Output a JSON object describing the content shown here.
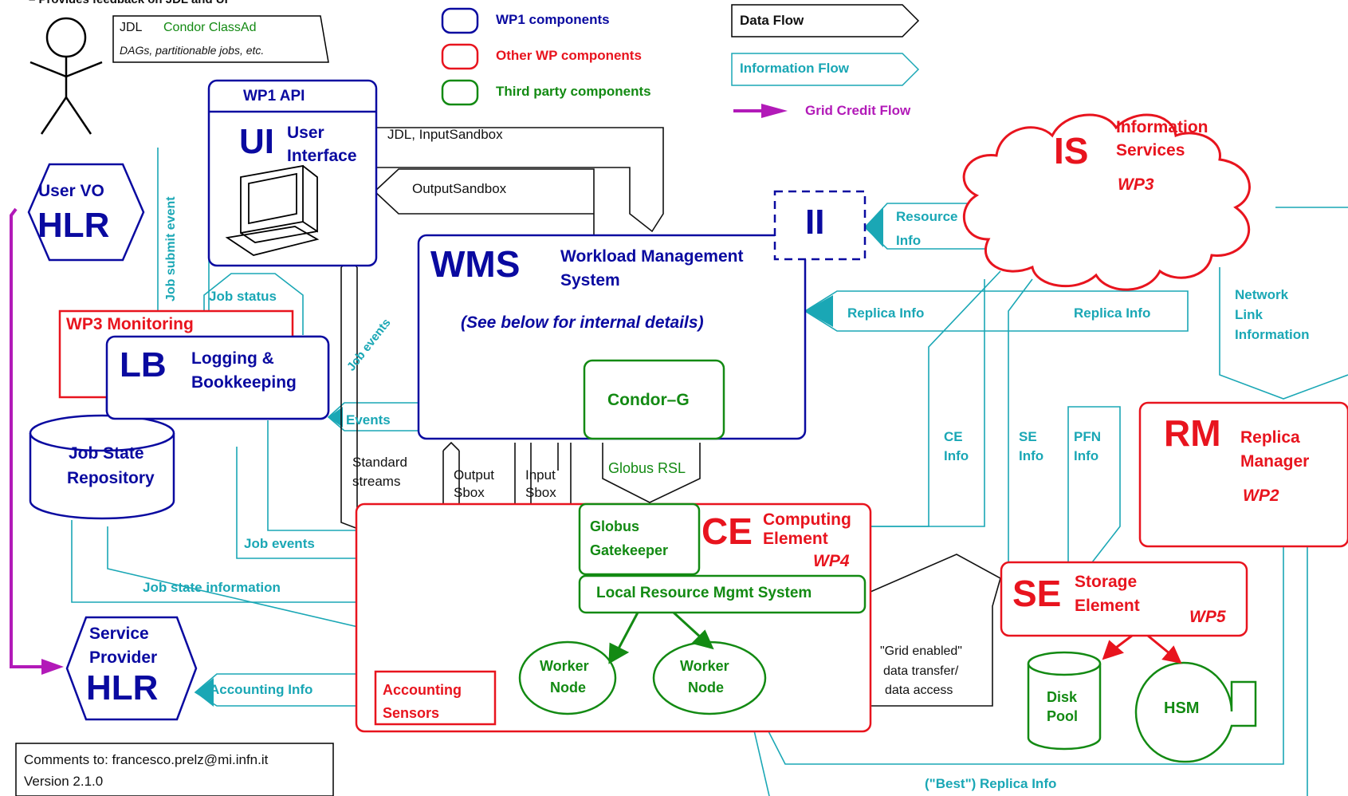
{
  "header": {
    "top_text": "– Provides feedback on JDL and UI"
  },
  "jdl_box": {
    "line1_a": "JDL",
    "line1_b": "Condor ClassAd",
    "line2": "DAGs, partitionable jobs, etc."
  },
  "legend": {
    "wp1": "WP1 components",
    "other_wp": "Other WP components",
    "third_party": "Third party components",
    "data_flow": "Data Flow",
    "info_flow": "Information Flow",
    "credit_flow": "Grid Credit Flow"
  },
  "ui": {
    "api": "WP1 API",
    "abbr": "UI",
    "name_line1": "User",
    "name_line2": "Interface"
  },
  "user_vo": {
    "line1": "User VO",
    "line2": "HLR"
  },
  "wms": {
    "abbr": "WMS",
    "name_line1": "Workload Management",
    "name_line2": "System",
    "note": "(See below for internal details)"
  },
  "condor_g": {
    "label": "Condor–G"
  },
  "ii": {
    "label": "II"
  },
  "is": {
    "abbr": "IS",
    "name_line1": "Information",
    "name_line2": "Services",
    "wp": "WP3"
  },
  "wp3_monitoring": {
    "label": "WP3 Monitoring"
  },
  "lb": {
    "abbr": "LB",
    "name_line1": "Logging &",
    "name_line2": "Bookkeeping"
  },
  "job_state_repo": {
    "line1": "Job State",
    "line2": "Repository"
  },
  "service_provider": {
    "line1": "Service",
    "line2": "Provider",
    "line3": "HLR"
  },
  "ce": {
    "abbr": "CE",
    "name_line1": "Computing",
    "name_line2": "Element",
    "wp": "WP4"
  },
  "gatekeeper": {
    "line1": "Globus",
    "line2": "Gatekeeper"
  },
  "lrms": {
    "label": "Local Resource Mgmt System"
  },
  "worker1": {
    "line1": "Worker",
    "line2": "Node"
  },
  "worker2": {
    "line1": "Worker",
    "line2": "Node"
  },
  "accounting_sensors": {
    "line1": "Accounting",
    "line2": "Sensors"
  },
  "se": {
    "abbr": "SE",
    "name_line1": "Storage",
    "name_line2": "Element",
    "wp": "WP5"
  },
  "disk_pool": {
    "line1": "Disk",
    "line2": "Pool"
  },
  "hsm": {
    "label": "HSM"
  },
  "rm": {
    "abbr": "RM",
    "name_line1": "Replica",
    "name_line2": "Manager",
    "wp": "WP2"
  },
  "flows": {
    "jdl_inputsandbox": "JDL, InputSandbox",
    "outputsandbox": "OutputSandbox",
    "job_submit_event": "Job submit event",
    "job_status": "Job status",
    "job_events_diag": "Job events",
    "events": "Events",
    "resource_info_1": "Resource",
    "resource_info_2": "Info",
    "replica_info_a": "Replica Info",
    "replica_info_b": "Replica Info",
    "network_1": "Network",
    "network_2": "Link",
    "network_3": "Information",
    "ce_info_1": "CE",
    "ce_info_2": "Info",
    "se_info_1": "SE",
    "se_info_2": "Info",
    "pfn_info_1": "PFN",
    "pfn_info_2": "Info",
    "standard_streams_1": "Standard",
    "standard_streams_2": "streams",
    "output_sbox_1": "Output",
    "output_sbox_2": "Sbox",
    "input_sbox_1": "Input",
    "input_sbox_2": "Sbox",
    "globus_rsl": "Globus RSL",
    "job_events_ce": "Job events",
    "job_state_info": "Job state information",
    "accounting_info": "Accounting Info",
    "grid_enabled_1": "\"Grid enabled\"",
    "grid_enabled_2": "data transfer/",
    "grid_enabled_3": "data access",
    "best_replica": "(\"Best\") Replica Info"
  },
  "footer": {
    "comments": "Comments to: francesco.prelz@mi.infn.it",
    "version": "Version 2.1.0"
  },
  "colors": {
    "wp1_blue": "#0a0aa0",
    "other_wp_red": "#e8141e",
    "third_party_green": "#138a13",
    "info_teal": "#1aa7b5",
    "credit_purple": "#b21ab8",
    "data_black": "#111111"
  }
}
